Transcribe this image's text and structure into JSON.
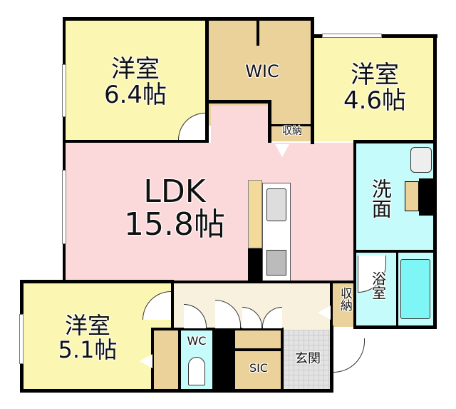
{
  "floorplan": {
    "rooms": [
      {
        "id": "western-room-1",
        "name": "洋室",
        "size": "6.4帖"
      },
      {
        "id": "wic",
        "name": "WIC"
      },
      {
        "id": "western-room-2",
        "name": "洋室",
        "size": "4.6帖"
      },
      {
        "id": "storage-top",
        "name": "収納"
      },
      {
        "id": "ldk",
        "name": "LDK",
        "size": "15.8帖"
      },
      {
        "id": "washroom",
        "name": "洗面"
      },
      {
        "id": "bathroom",
        "name": "浴室"
      },
      {
        "id": "storage-hall",
        "name": "収納"
      },
      {
        "id": "western-room-3",
        "name": "洋室",
        "size": "5.1帖"
      },
      {
        "id": "wc",
        "name": "WC"
      },
      {
        "id": "sic",
        "name": "SIC"
      },
      {
        "id": "entrance",
        "name": "玄関"
      }
    ],
    "colors": {
      "western_room": "#fbf7b3",
      "closet": "#ebd19a",
      "ldk": "#fbd9db",
      "wet_area": "#c6fbfb",
      "bathtub": "#7ff6f6",
      "hallway": "#f8f1de",
      "entrance": "#e3e3e3",
      "wall": "#000000"
    }
  }
}
